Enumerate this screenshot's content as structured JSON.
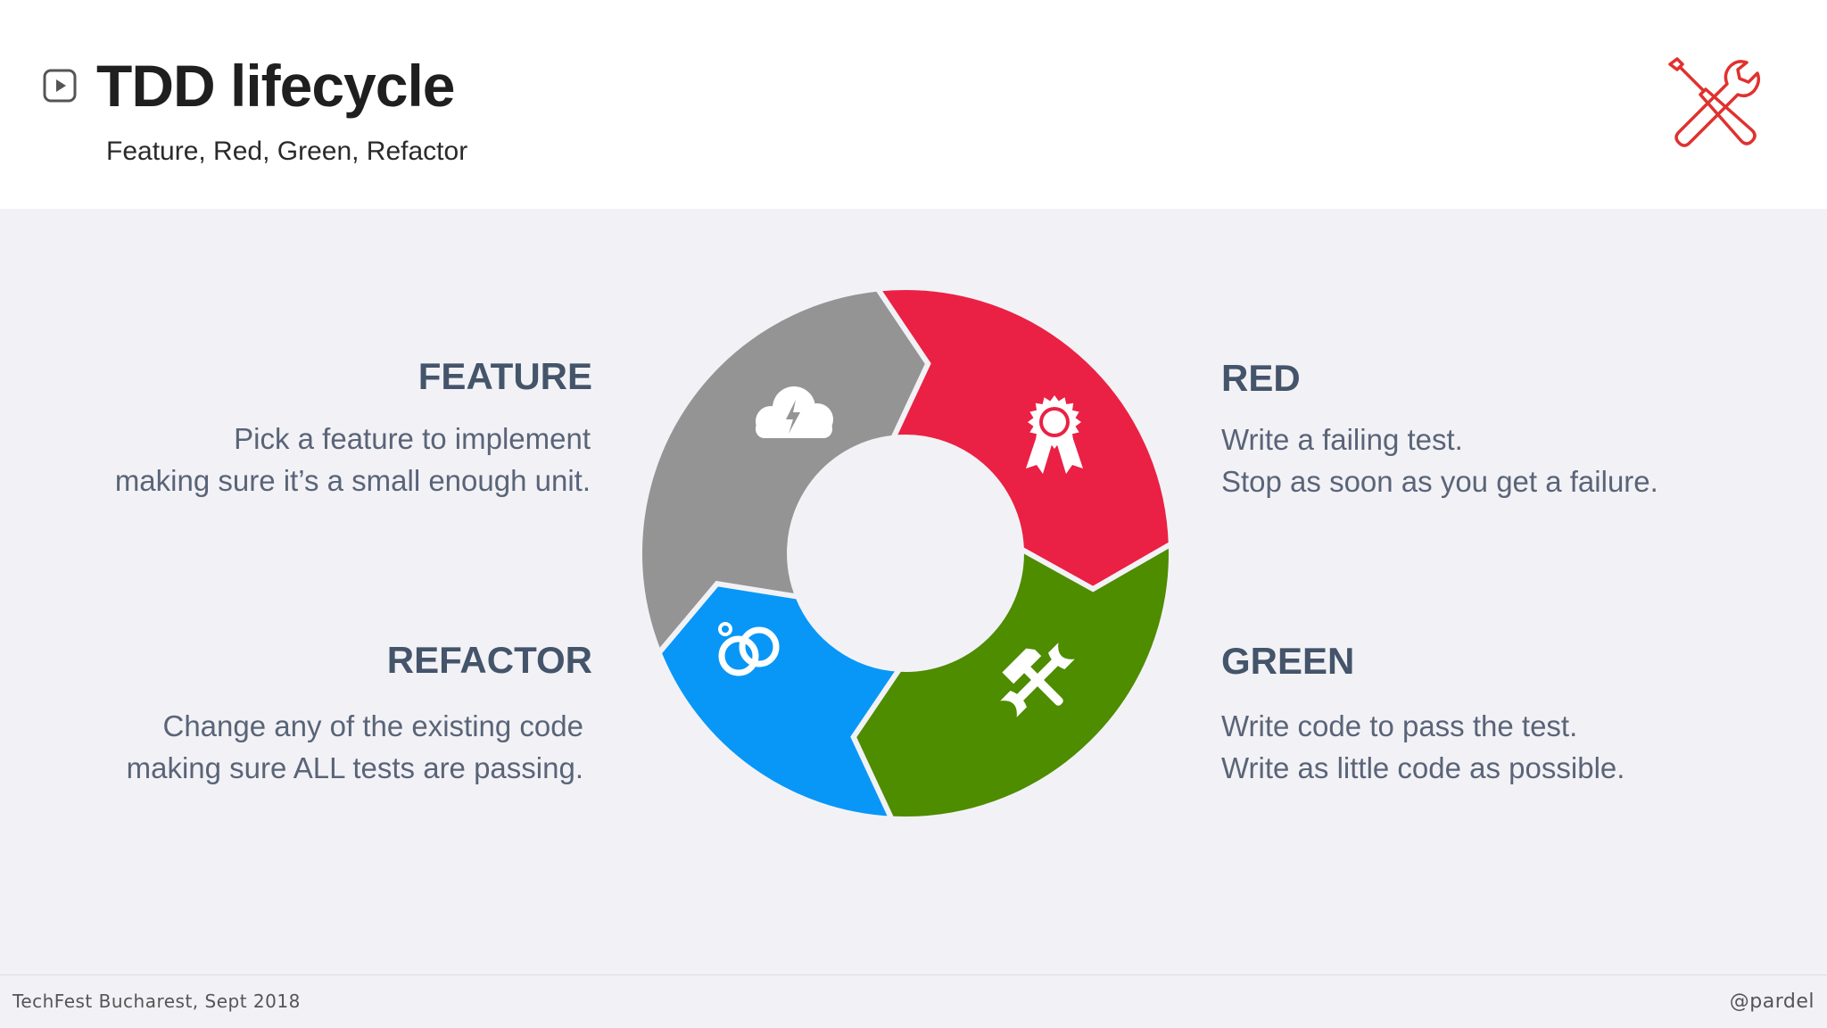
{
  "header": {
    "title": "TDD lifecycle",
    "subtitle": "Feature, Red, Green, Refactor",
    "play_icon": "play-icon",
    "logo_icon": "screwdriver-wrench-icon"
  },
  "stages": {
    "feature": {
      "heading": "FEATURE",
      "line1": "Pick a feature to implement",
      "line2": "making sure it’s a small enough unit.",
      "color": "#949494",
      "icon": "cloud-lightning-icon"
    },
    "red": {
      "heading": "RED",
      "line1": "Write a failing test.",
      "line2": "Stop as soon as you get a failure.",
      "color": "#ea2144",
      "icon": "award-ribbon-icon"
    },
    "green": {
      "heading": "GREEN",
      "line1": "Write code to pass the test.",
      "line2": "Write as little code as possible.",
      "color": "#4e8c00",
      "icon": "hammer-wrench-icon"
    },
    "refactor": {
      "heading": "REFACTOR",
      "line1": "Change any of the existing code",
      "line2": "making sure ALL tests are passing.",
      "color": "#0897f7",
      "icon": "rings-icon"
    }
  },
  "footer": {
    "left": "TechFest Bucharest, Sept 2018",
    "right": "@pardel"
  },
  "colors": {
    "accent_red": "#e0312f",
    "heading": "#44546a",
    "background": "#f2f2f6"
  }
}
